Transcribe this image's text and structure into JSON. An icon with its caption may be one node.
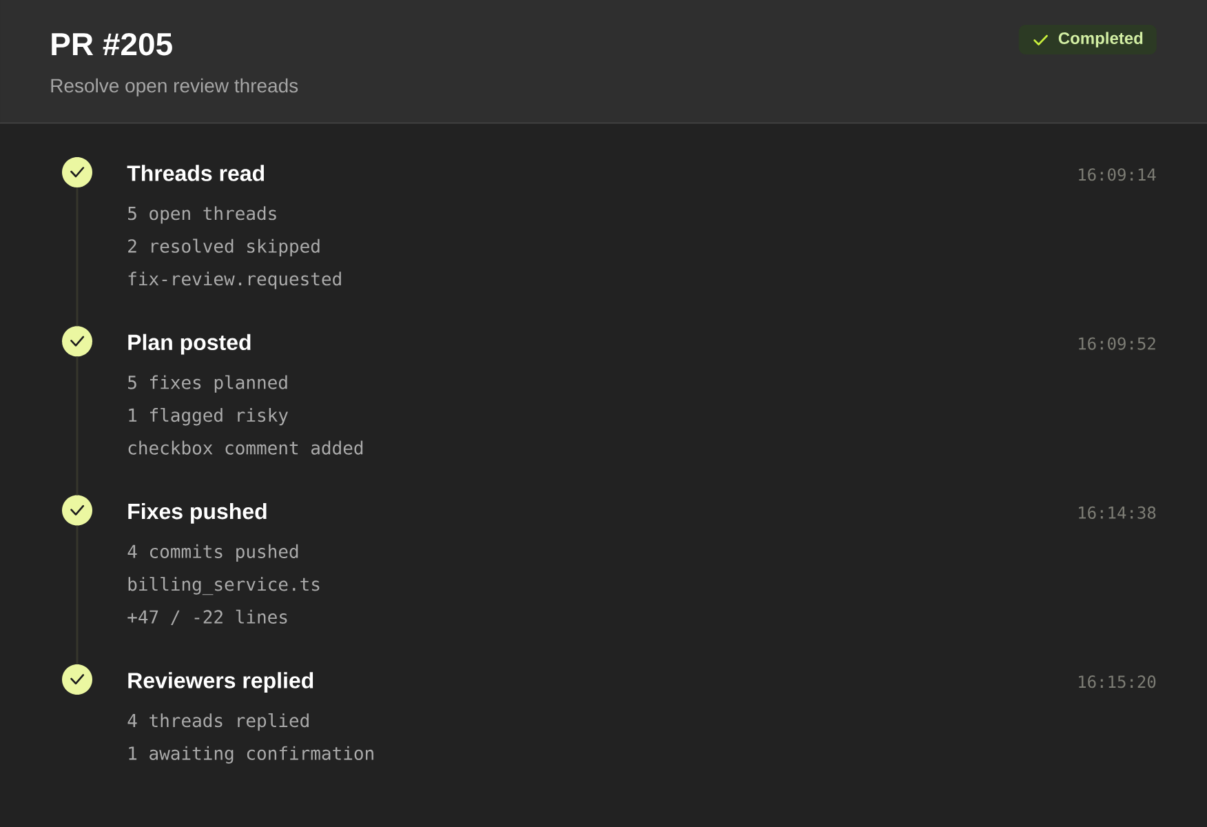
{
  "diagram": {
    "title": "PR #205",
    "nodes": [
      {
        "text": [
          "Completed"
        ]
      },
      {
        "text": [],
        "shape": "circle",
        "beside": [
          "Threads read",
          "5 open threads",
          "2 resolved skipped",
          "fix-review.requested"
        ]
      },
      {
        "text": [],
        "shape": "circle",
        "beside": [
          "Plan posted",
          "5 fixes planned",
          "1 flagged risky",
          "checkbox comment added"
        ]
      },
      {
        "text": [],
        "shape": "circle",
        "beside": [
          "Fixes pushed",
          "4 commits pushed",
          "billing_service.ts",
          "+47 / -22 lines"
        ]
      },
      {
        "text": [],
        "shape": "circle",
        "beside": [
          "Reviewers replied",
          "4 threads replied",
          "1 awaiting confirmation"
        ]
      }
    ],
    "edges": [
      {
        "from": 1,
        "to": 2,
        "arrow": "none"
      },
      {
        "from": 2,
        "to": 3,
        "arrow": "none"
      },
      {
        "from": 3,
        "to": 4,
        "arrow": "none"
      }
    ],
    "labels": [
      "Resolve open review threads",
      "16:09:14",
      "16:09:52",
      "16:14:38",
      "16:15:20"
    ]
  }
}
